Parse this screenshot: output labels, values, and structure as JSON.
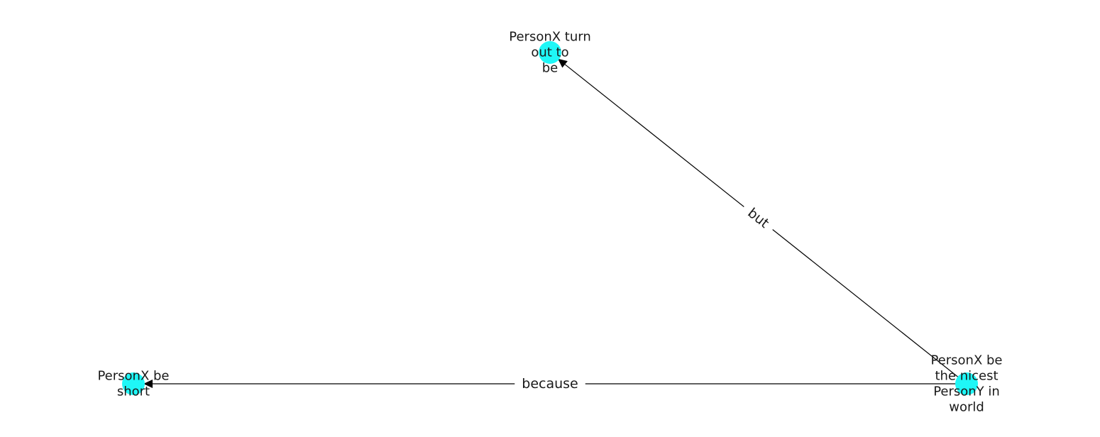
{
  "colors": {
    "node_fill": "#1ff7f7",
    "edge": "#000000",
    "text": "#1a1a1a",
    "background": "#ffffff"
  },
  "nodes": [
    {
      "id": "n_short",
      "label_lines": [
        "PersonX be",
        "short"
      ]
    },
    {
      "id": "n_turn",
      "label_lines": [
        "PersonX turn",
        "out to",
        "be"
      ]
    },
    {
      "id": "n_nicest",
      "label_lines": [
        "PersonX be",
        "the nicest",
        "PersonY in",
        "world"
      ]
    }
  ],
  "edges": [
    {
      "from": "n_nicest",
      "to": "n_turn",
      "label": "but"
    },
    {
      "from": "n_nicest",
      "to": "n_short",
      "label": "because"
    }
  ]
}
